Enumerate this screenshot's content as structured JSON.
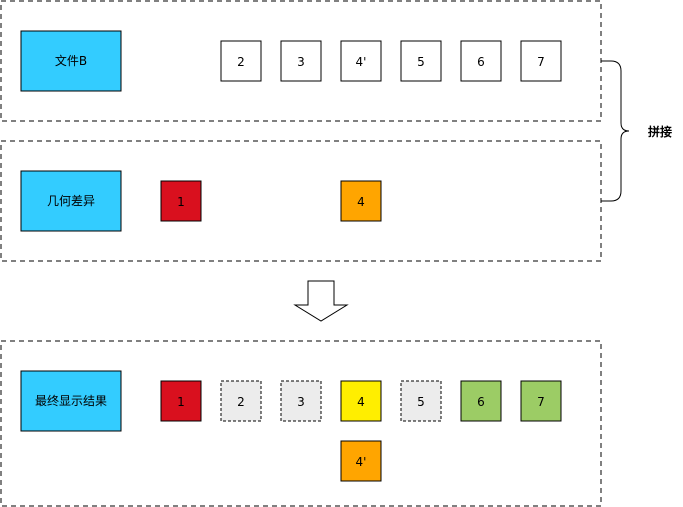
{
  "panels": [
    {
      "label": "文件B",
      "boxes": [
        {
          "text": "2",
          "style": "plain"
        },
        {
          "text": "3",
          "style": "plain"
        },
        {
          "text": "4'",
          "style": "plain"
        },
        {
          "text": "5",
          "style": "plain"
        },
        {
          "text": "6",
          "style": "plain"
        },
        {
          "text": "7",
          "style": "plain"
        }
      ]
    },
    {
      "label": "几何差异",
      "boxes": [
        {
          "text": "1",
          "style": "red"
        },
        {
          "text": "4",
          "style": "orange"
        }
      ]
    },
    {
      "label": "最终显示结果",
      "boxes": [
        {
          "text": "1",
          "style": "red"
        },
        {
          "text": "2",
          "style": "grey"
        },
        {
          "text": "3",
          "style": "grey"
        },
        {
          "text": "4",
          "style": "yellow"
        },
        {
          "text": "5",
          "style": "grey"
        },
        {
          "text": "6",
          "style": "green"
        },
        {
          "text": "7",
          "style": "green"
        },
        {
          "text": "4'",
          "style": "orange"
        }
      ]
    }
  ],
  "brace_label": "拼接",
  "colors": {
    "label_fill": "#33ccff",
    "red": "#d9101e",
    "orange": "#ffa500",
    "yellow": "#ffee00",
    "green": "#9ccc65",
    "grey": "#ececec",
    "plain": "#ffffff"
  }
}
